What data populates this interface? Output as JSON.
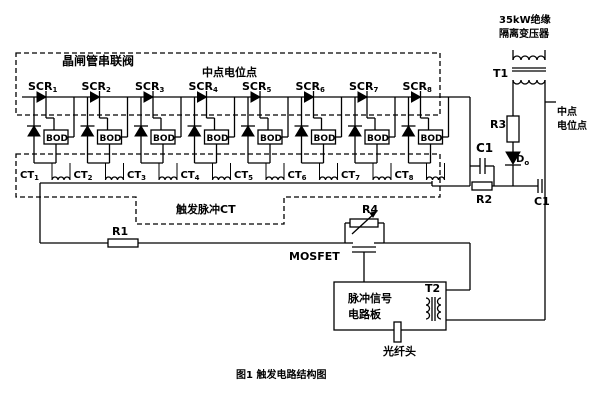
{
  "title_valve": "晶闸管串联阀",
  "label_midpoint": "中点电位点",
  "label_midpoint_right_1": "中点",
  "label_midpoint_right_2": "电位点",
  "transformer_label_1": "35kW绝缘",
  "transformer_label_2": "隔离变压器",
  "t1_label": "T1",
  "t2_label": "T2",
  "scr": [
    {
      "name": "SCR",
      "sub": "1"
    },
    {
      "name": "SCR",
      "sub": "2"
    },
    {
      "name": "SCR",
      "sub": "3"
    },
    {
      "name": "SCR",
      "sub": "4"
    },
    {
      "name": "SCR",
      "sub": "5"
    },
    {
      "name": "SCR",
      "sub": "6"
    },
    {
      "name": "SCR",
      "sub": "7"
    },
    {
      "name": "SCR",
      "sub": "8"
    }
  ],
  "bod_label": "BOD",
  "ct": [
    {
      "name": "CT",
      "sub": "1"
    },
    {
      "name": "CT",
      "sub": "2"
    },
    {
      "name": "CT",
      "sub": "3"
    },
    {
      "name": "CT",
      "sub": "4"
    },
    {
      "name": "CT",
      "sub": "5"
    },
    {
      "name": "CT",
      "sub": "6"
    },
    {
      "name": "CT",
      "sub": "7"
    },
    {
      "name": "CT",
      "sub": "8"
    }
  ],
  "trigger_ct_label": "触发脉冲CT",
  "r1_label": "R1",
  "r2_label": "R2",
  "r3_label": "R3",
  "r4_label": "R4",
  "c1_label_top": "C1",
  "c1_label_right": "C1",
  "do_label": "D",
  "do_sub": "o",
  "mosfet_label": "MOSFET",
  "pulse_board_1": "脉冲信号",
  "pulse_board_2": "电路板",
  "fiber_label": "光纤头",
  "caption": "图1  触发电路结构图"
}
